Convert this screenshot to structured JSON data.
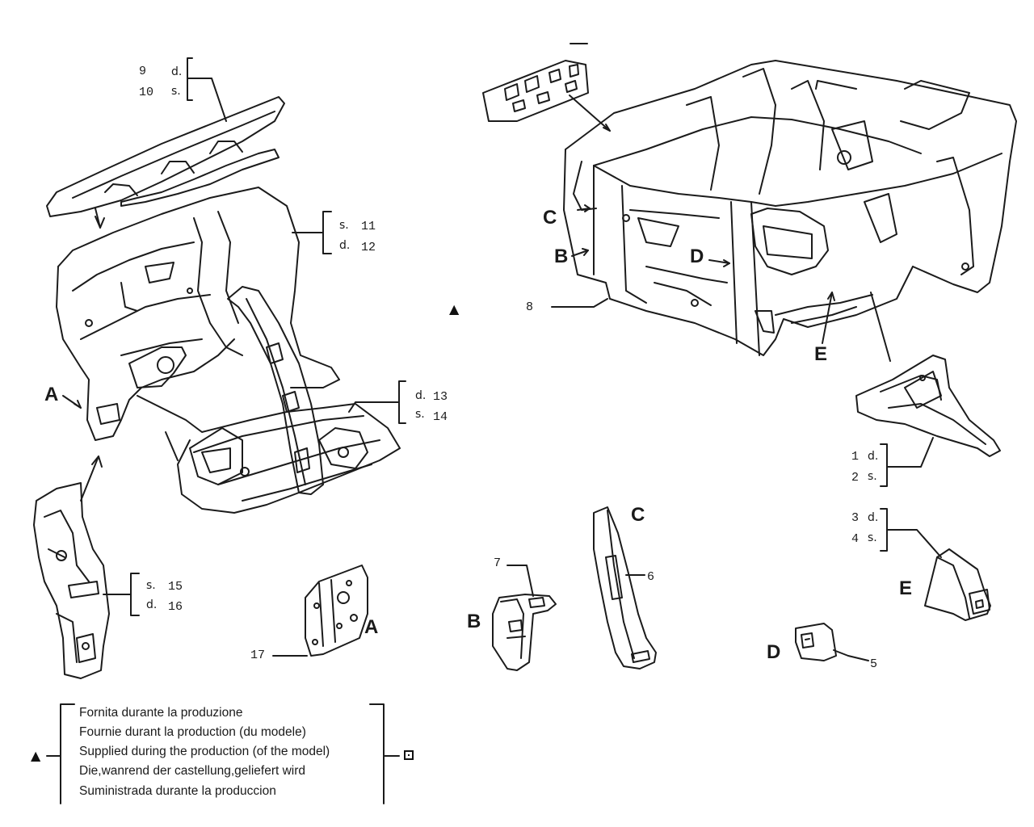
{
  "parts": {
    "p9": {
      "num": "9",
      "side": "d."
    },
    "p10": {
      "num": "10",
      "side": "s."
    },
    "p11": {
      "num": "11",
      "side": "s."
    },
    "p12": {
      "num": "12",
      "side": "d."
    },
    "p13": {
      "num": "13",
      "side": "d."
    },
    "p14": {
      "num": "14",
      "side": "s."
    },
    "p15": {
      "num": "15",
      "side": "s."
    },
    "p16": {
      "num": "16",
      "side": "d."
    },
    "p1": {
      "num": "1",
      "side": "d."
    },
    "p2": {
      "num": "2",
      "side": "s."
    },
    "p3": {
      "num": "3",
      "side": "d."
    },
    "p4": {
      "num": "4",
      "side": "s."
    },
    "p5": {
      "num": "5"
    },
    "p6": {
      "num": "6"
    },
    "p7": {
      "num": "7"
    },
    "p8": {
      "num": "8"
    },
    "p17": {
      "num": "17"
    }
  },
  "callouts": {
    "A": "A",
    "B": "B",
    "C": "C",
    "D": "D",
    "E": "E"
  },
  "legend": {
    "lines": [
      "Fornita durante la produzione",
      "Fournie durant la production (du modele)",
      "Supplied during the production (of the model)",
      "Die,wanrend der castellung,geliefert wird",
      "Suministrada durante la produccion"
    ]
  },
  "symbols": {
    "triangle": "▲"
  }
}
